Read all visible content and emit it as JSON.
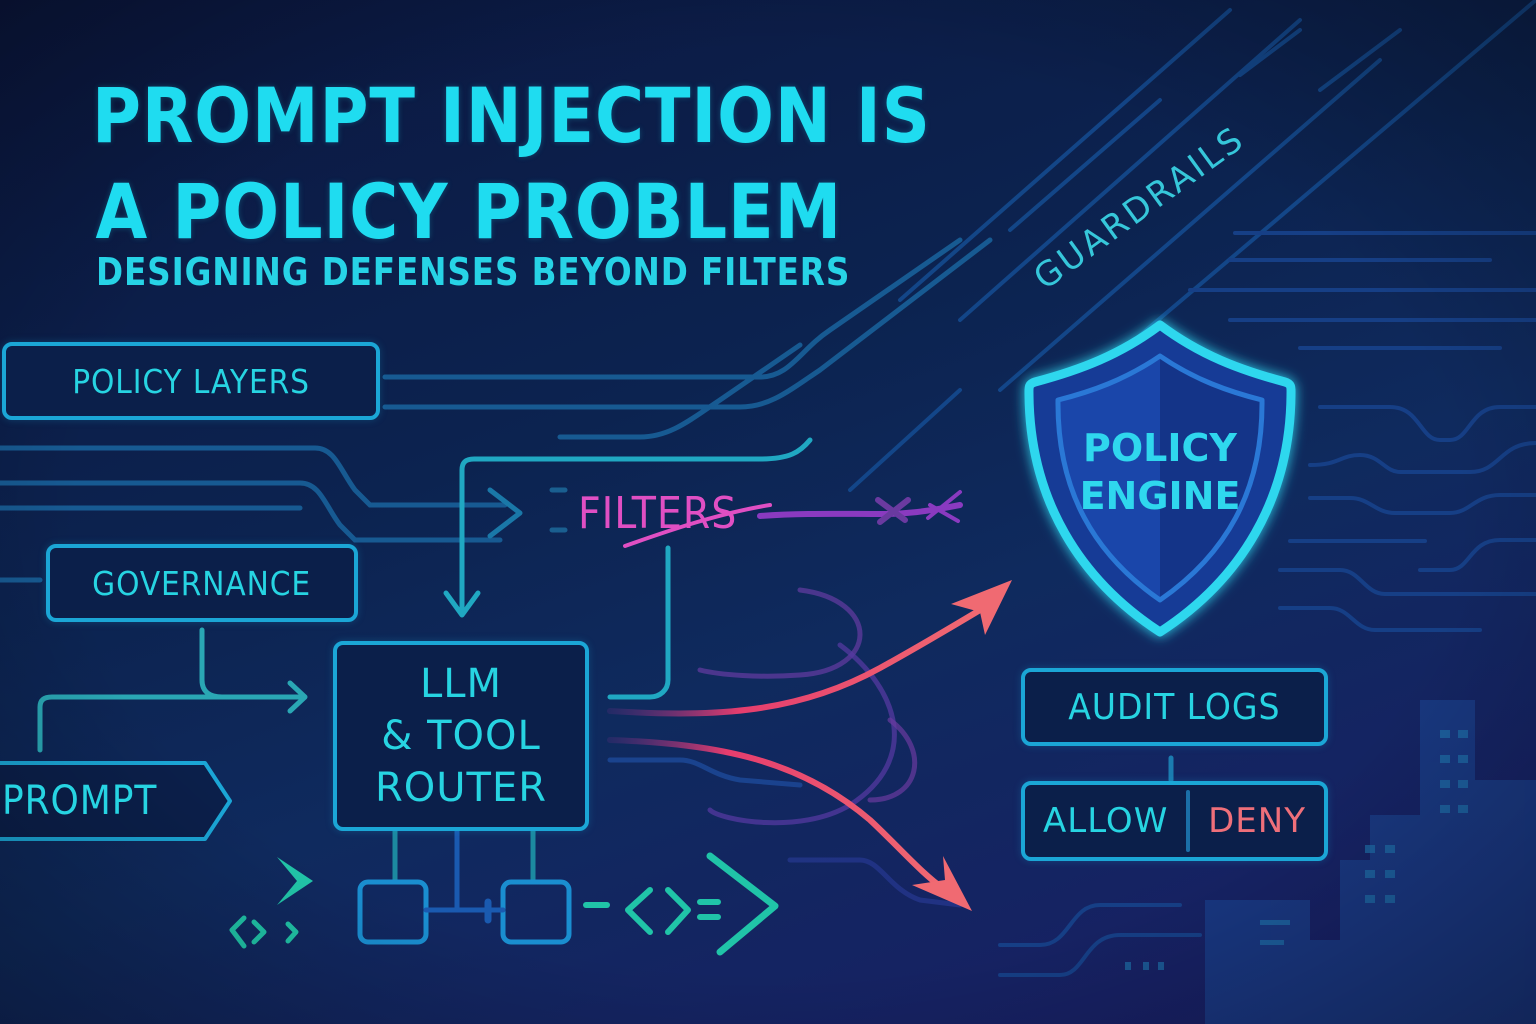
{
  "header": {
    "title_line1": "PROMPT INJECTION IS",
    "title_line2": "A POLICY PROBLEM",
    "subtitle": "DESIGNING DEFENSES BEYOND FILTERS",
    "diagonal_label": "GUARDRAILS"
  },
  "diagram": {
    "nodes": {
      "policy_layers": "POLICY LAYERS",
      "governance": "GOVERNANCE",
      "prompt": "PROMPT",
      "router_line1": "LLM",
      "router_line2": "& TOOL",
      "router_line3": "ROUTER",
      "filters": "FILTERS",
      "policy_engine_line1": "POLICY",
      "policy_engine_line2": "ENGINE",
      "audit_logs": "AUDIT LOGS",
      "allow": "ALLOW",
      "deny": "DENY"
    },
    "code_glyph_small": "<> >",
    "code_glyph_large": "-<>=",
    "colors": {
      "accent_cyan": "#1fdcf0",
      "box_border": "#1ba6d6",
      "teal": "#20c4a8",
      "filters_magenta": "#e04fc3",
      "arrow_red": "#ee5a6e",
      "deny_red": "#ef6f7a",
      "shield_fill": "#1a44a8"
    }
  }
}
